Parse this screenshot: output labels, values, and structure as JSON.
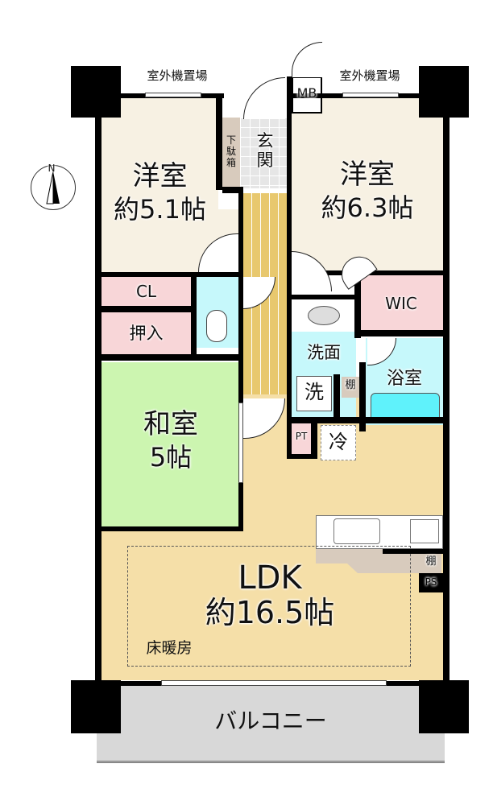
{
  "rooms": {
    "western_1": {
      "name": "洋室",
      "size": "約5.1帖"
    },
    "western_2": {
      "name": "洋室",
      "size": "約6.3帖"
    },
    "japanese": {
      "name": "和室",
      "size": "5帖"
    },
    "ldk": {
      "name": "LDK",
      "size": "約16.5帖"
    },
    "closet": "CL",
    "oshiire": "押入",
    "wic": "WIC",
    "washroom": "洗面",
    "washer": "洗",
    "shelf_1": "棚",
    "bath": "浴室",
    "pt": "PT",
    "fridge": "冷",
    "shelf_2": "棚",
    "ps": "PS",
    "mb": "MB",
    "entrance": "玄関",
    "shoe_box": "下駄箱",
    "floor_heating": "床暖房",
    "balcony": "バルコニー",
    "ac_unit_left": "室外機置場",
    "ac_unit_right": "室外機置場"
  },
  "compass": {
    "label": "N"
  },
  "colors": {
    "western": "#f7f1e3",
    "japanese": "#ccf5b0",
    "ldk": "#f5dfa8",
    "pink": "#f8d6d8",
    "cyan": "#c6f8fb",
    "hall": "#e8c86e",
    "balcony": "#d8d8d8"
  }
}
